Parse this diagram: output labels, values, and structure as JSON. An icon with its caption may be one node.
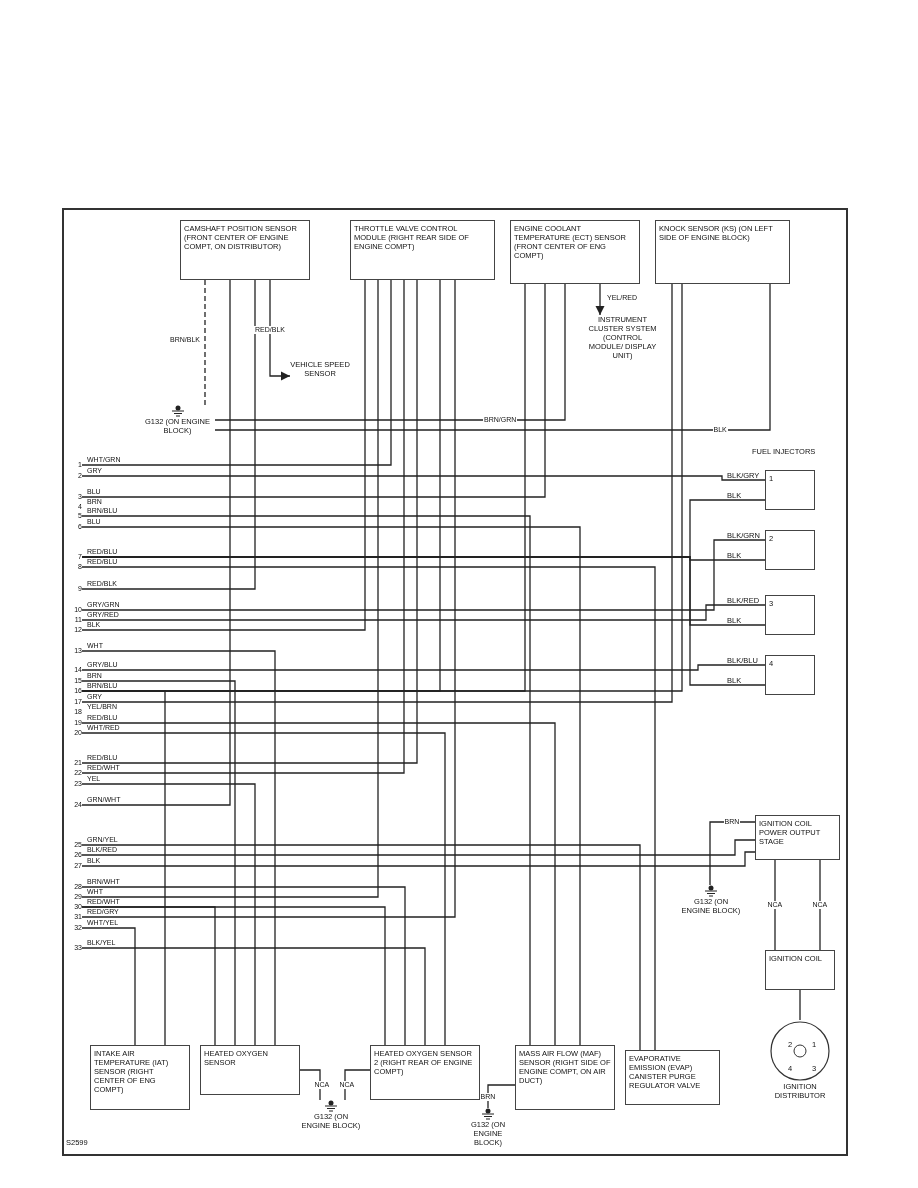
{
  "diagram": {
    "nodes": [
      {
        "text": [
          "CAMSHAFT POSITION SENSOR (FRONT CENTER OF ENGINE COMPT, ON DISTRIBUTOR)"
        ]
      },
      {
        "text": [
          "THROTTLE VALVE CONTROL MODULE (RIGHT REAR SIDE OF ENGINE COMPT)"
        ]
      },
      {
        "text": [
          "ENGINE COOLANT TEMPERATURE (ECT) SENSOR (FRONT CENTER OF ENG COMPT)"
        ]
      },
      {
        "text": [
          "KNOCK SENSOR (KS) (ON LEFT SIDE OF ENGINE BLOCK)"
        ]
      },
      {
        "text": [
          "VEHICLE SPEED SENSOR"
        ]
      },
      {
        "text": [
          "INSTRUMENT CLUSTER SYSTEM (CONTROL MODULE/ DISPLAY UNIT)"
        ]
      },
      {
        "text": [
          "G132 (ON ENGINE BLOCK)"
        ]
      },
      {
        "text": [
          "1"
        ]
      },
      {
        "text": [
          "2"
        ]
      },
      {
        "text": [
          "3"
        ]
      },
      {
        "text": [
          "4"
        ]
      },
      {
        "text": [
          "IGNITION COIL POWER OUTPUT STAGE"
        ]
      },
      {
        "text": [
          "G132 (ON ENGINE BLOCK)"
        ]
      },
      {
        "text": [
          "IGNITION COIL"
        ]
      },
      {
        "text": [
          "IGNITION DISTRIBUTOR"
        ]
      },
      {
        "text": [
          "INTAKE AIR TEMPERATURE (IAT) SENSOR (RIGHT CENTER OF ENG COMPT)"
        ]
      },
      {
        "text": [
          "HEATED OXYGEN SENSOR"
        ]
      },
      {
        "text": [
          "G132 (ON ENGINE BLOCK)"
        ]
      },
      {
        "text": [
          "HEATED OXYGEN SENSOR 2 (RIGHT REAR OF ENGINE COMPT)"
        ]
      },
      {
        "text": [
          "G132 (ON ENGINE BLOCK)"
        ]
      },
      {
        "text": [
          "MASS AIR FLOW (MAF) SENSOR (RIGHT SIDE OF ENGINE COMPT, ON AIR DUCT)"
        ]
      },
      {
        "text": [
          "EVAPORATIVE EMISSION (EVAP) CANISTER PURGE REGULATOR VALVE"
        ]
      },
      {
        "text": [
          "1"
        ]
      },
      {
        "text": [
          "2"
        ]
      },
      {
        "text": [
          "3"
        ]
      },
      {
        "text": [
          "4"
        ],
        "beside": [
          "BRN"
        ]
      },
      {
        "text": [
          "5"
        ]
      },
      {
        "text": [
          "6"
        ]
      },
      {
        "text": [
          "7"
        ]
      },
      {
        "text": [
          "8"
        ]
      },
      {
        "text": [
          "9"
        ]
      },
      {
        "text": [
          "10"
        ]
      },
      {
        "text": [
          "11"
        ]
      },
      {
        "text": [
          "12"
        ]
      },
      {
        "text": [
          "13"
        ]
      },
      {
        "text": [
          "14"
        ]
      },
      {
        "text": [
          "15"
        ]
      },
      {
        "text": [
          "16"
        ]
      },
      {
        "text": [
          "17"
        ]
      },
      {
        "text": [
          "18"
        ],
        "beside": [
          "YEL/BRN"
        ]
      },
      {
        "text": [
          "19"
        ]
      },
      {
        "text": [
          "20"
        ]
      },
      {
        "text": [
          "21"
        ]
      },
      {
        "text": [
          "22"
        ]
      },
      {
        "text": [
          "23"
        ]
      },
      {
        "text": [
          "24"
        ]
      },
      {
        "text": [
          "25"
        ]
      },
      {
        "text": [
          "26"
        ]
      },
      {
        "text": [
          "27"
        ]
      },
      {
        "text": [
          "28"
        ]
      },
      {
        "text": [
          "29"
        ]
      },
      {
        "text": [
          "30"
        ]
      },
      {
        "text": [
          "31"
        ]
      },
      {
        "text": [
          "32"
        ]
      },
      {
        "text": [
          "33"
        ]
      }
    ],
    "edges": [
      {
        "from": 0,
        "to": 6,
        "arrow": "none",
        "label": "BRN/BLK",
        "style": "dashed"
      },
      {
        "from": 3,
        "to": 6,
        "arrow": "none",
        "label": "BLK"
      },
      {
        "from": 2,
        "to": 6,
        "arrow": "none",
        "label": "BRN/GRN"
      },
      {
        "from": 0,
        "to": 4,
        "arrow": "to",
        "label": "RED/BLK"
      },
      {
        "from": 2,
        "to": 5,
        "arrow": "to",
        "label": "YEL/RED"
      },
      {
        "from": 22,
        "to": 1,
        "arrow": "none",
        "label": "WHT/GRN"
      },
      {
        "from": 23,
        "to": 7,
        "arrow": "none",
        "label": "GRY"
      },
      {
        "from": 24,
        "to": 2,
        "arrow": "none",
        "label": "BLU"
      },
      {
        "from": 26,
        "to": 20,
        "arrow": "none",
        "label": "BRN/BLU"
      },
      {
        "from": 27,
        "to": 20,
        "arrow": "none",
        "label": "BLU"
      },
      {
        "from": 28,
        "to": 7,
        "arrow": "none",
        "label": "RED/BLU"
      },
      {
        "from": 28,
        "to": 8,
        "arrow": "none"
      },
      {
        "from": 28,
        "to": 9,
        "arrow": "none"
      },
      {
        "from": 28,
        "to": 10,
        "arrow": "none"
      },
      {
        "from": 29,
        "to": 21,
        "arrow": "none",
        "label": "RED/BLU"
      },
      {
        "from": 30,
        "to": 0,
        "arrow": "none",
        "label": "RED/BLK"
      },
      {
        "from": 31,
        "to": 8,
        "arrow": "none",
        "label": "GRY/GRN"
      },
      {
        "from": 32,
        "to": 9,
        "arrow": "none",
        "label": "GRY/RED"
      },
      {
        "from": 33,
        "to": 1,
        "arrow": "none",
        "label": "BLK"
      },
      {
        "from": 34,
        "to": 16,
        "arrow": "none",
        "label": "WHT"
      },
      {
        "from": 35,
        "to": 10,
        "arrow": "none",
        "label": "GRY/BLU"
      },
      {
        "from": 36,
        "to": 16,
        "arrow": "none",
        "label": "BRN"
      },
      {
        "from": 37,
        "to": 2,
        "arrow": "none",
        "label": "BRN/BLU"
      },
      {
        "from": 37,
        "to": 1,
        "arrow": "none"
      },
      {
        "from": 37,
        "to": 3,
        "arrow": "none"
      },
      {
        "from": 37,
        "to": 15,
        "arrow": "none"
      },
      {
        "from": 38,
        "to": 3,
        "arrow": "none",
        "label": "GRY"
      },
      {
        "from": 40,
        "to": 20,
        "arrow": "none",
        "label": "RED/BLU"
      },
      {
        "from": 41,
        "to": 18,
        "arrow": "none",
        "label": "WHT/RED"
      },
      {
        "from": 42,
        "to": 1,
        "arrow": "none",
        "label": "RED/BLU"
      },
      {
        "from": 43,
        "to": 1,
        "arrow": "none",
        "label": "RED/WHT"
      },
      {
        "from": 44,
        "to": 16,
        "arrow": "none",
        "label": "YEL"
      },
      {
        "from": 45,
        "to": 0,
        "arrow": "none",
        "label": "GRN/WHT"
      },
      {
        "from": 46,
        "to": 21,
        "arrow": "none",
        "label": "GRN/YEL"
      },
      {
        "from": 47,
        "to": 11,
        "arrow": "none",
        "label": "BLK/RED"
      },
      {
        "from": 48,
        "to": 11,
        "arrow": "none",
        "label": "BLK"
      },
      {
        "from": 49,
        "to": 18,
        "arrow": "none",
        "label": "BRN/WHT"
      },
      {
        "from": 50,
        "to": 1,
        "arrow": "none",
        "label": "WHT"
      },
      {
        "from": 51,
        "to": 16,
        "arrow": "none",
        "label": "RED/WHT"
      },
      {
        "from": 51,
        "to": 18,
        "arrow": "none"
      },
      {
        "from": 52,
        "to": 1,
        "arrow": "none",
        "label": "RED/GRY"
      },
      {
        "from": 53,
        "to": 15,
        "arrow": "none",
        "label": "WHT/YEL"
      },
      {
        "from": 54,
        "to": 18,
        "arrow": "none",
        "label": "BLK/YEL"
      },
      {
        "from": 11,
        "to": 12,
        "arrow": "none",
        "label": "BRN"
      },
      {
        "from": 11,
        "to": 13,
        "arrow": "none",
        "label": "NCA"
      },
      {
        "from": 11,
        "to": 13,
        "arrow": "none",
        "label": "NCA"
      },
      {
        "from": 13,
        "to": 14,
        "arrow": "none"
      },
      {
        "from": 16,
        "to": 17,
        "arrow": "none",
        "label": "NCA"
      },
      {
        "from": 18,
        "to": 17,
        "arrow": "none",
        "label": "NCA"
      },
      {
        "from": 20,
        "to": 19,
        "arrow": "none",
        "label": "BRN"
      }
    ],
    "labels": [
      "FUEL INJECTORS",
      "BLK/GRY",
      "BLK",
      "BLK/GRN",
      "BLK",
      "BLK/RED",
      "BLK",
      "BLK/BLU",
      "BLK",
      "2",
      "1",
      "4",
      "3",
      "S2599"
    ]
  }
}
